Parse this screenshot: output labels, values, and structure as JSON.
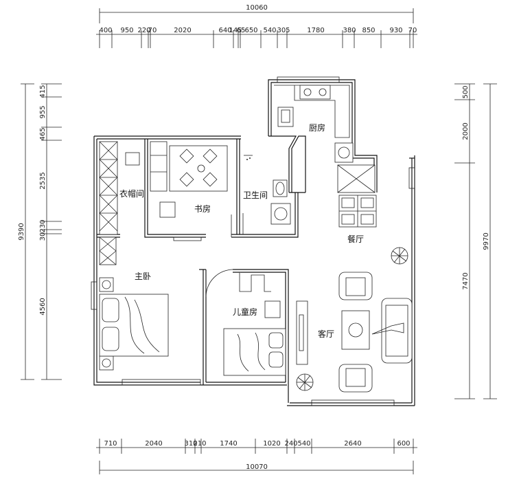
{
  "dims": {
    "top_total": "10060",
    "top_segments": [
      "400",
      "950",
      "220",
      "70",
      "2020",
      "640",
      "145",
      "65",
      "650",
      "540",
      "305",
      "1780",
      "380",
      "850",
      "930",
      "70"
    ],
    "bottom_total": "10070",
    "bottom_segments": [
      "710",
      "2040",
      "310",
      "210",
      "1740",
      "1020",
      "240",
      "540",
      "2640",
      "600"
    ],
    "left_total": "9390",
    "left_segments": [
      "415",
      "955",
      "465",
      "2535",
      "230",
      "30",
      "4560"
    ],
    "right_total": "9970",
    "right_segments": [
      "500",
      "2000",
      "7470"
    ]
  },
  "rooms": {
    "kitchen": "厨房",
    "cloakroom": "衣帽间",
    "study": "书房",
    "bathroom": "卫生间",
    "dining": "餐厅",
    "master_bedroom": "主卧",
    "kids_room": "儿童房",
    "living_room": "客厅"
  }
}
